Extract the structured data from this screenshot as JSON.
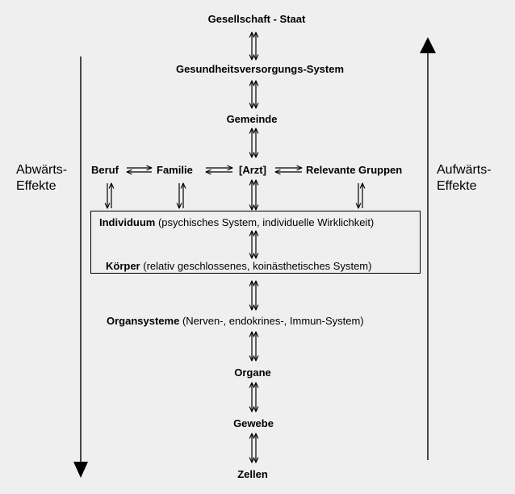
{
  "nodes": {
    "society": "Gesellschaft - Staat",
    "health_system": "Gesundheitsversorgungs-System",
    "community": "Gemeinde",
    "job": "Beruf",
    "family": "Familie",
    "doctor": "[Arzt]",
    "groups": "Relevante Gruppen",
    "individual": "Individuum",
    "individual_desc": " (psychisches System, individuelle Wirklichkeit)",
    "body": "Körper",
    "body_desc": " (relativ geschlossenes, koinästhetisches System)",
    "organ_systems": "Organsysteme",
    "organ_systems_desc": " (Nerven-, endokrines-, Immun-System)",
    "organs": "Organe",
    "tissue": "Gewebe",
    "cells": "Zellen"
  },
  "sides": {
    "down_line1": "Abwärts-",
    "down_line2": "Effekte",
    "up_line1": "Aufwärts-",
    "up_line2": "Effekte"
  }
}
